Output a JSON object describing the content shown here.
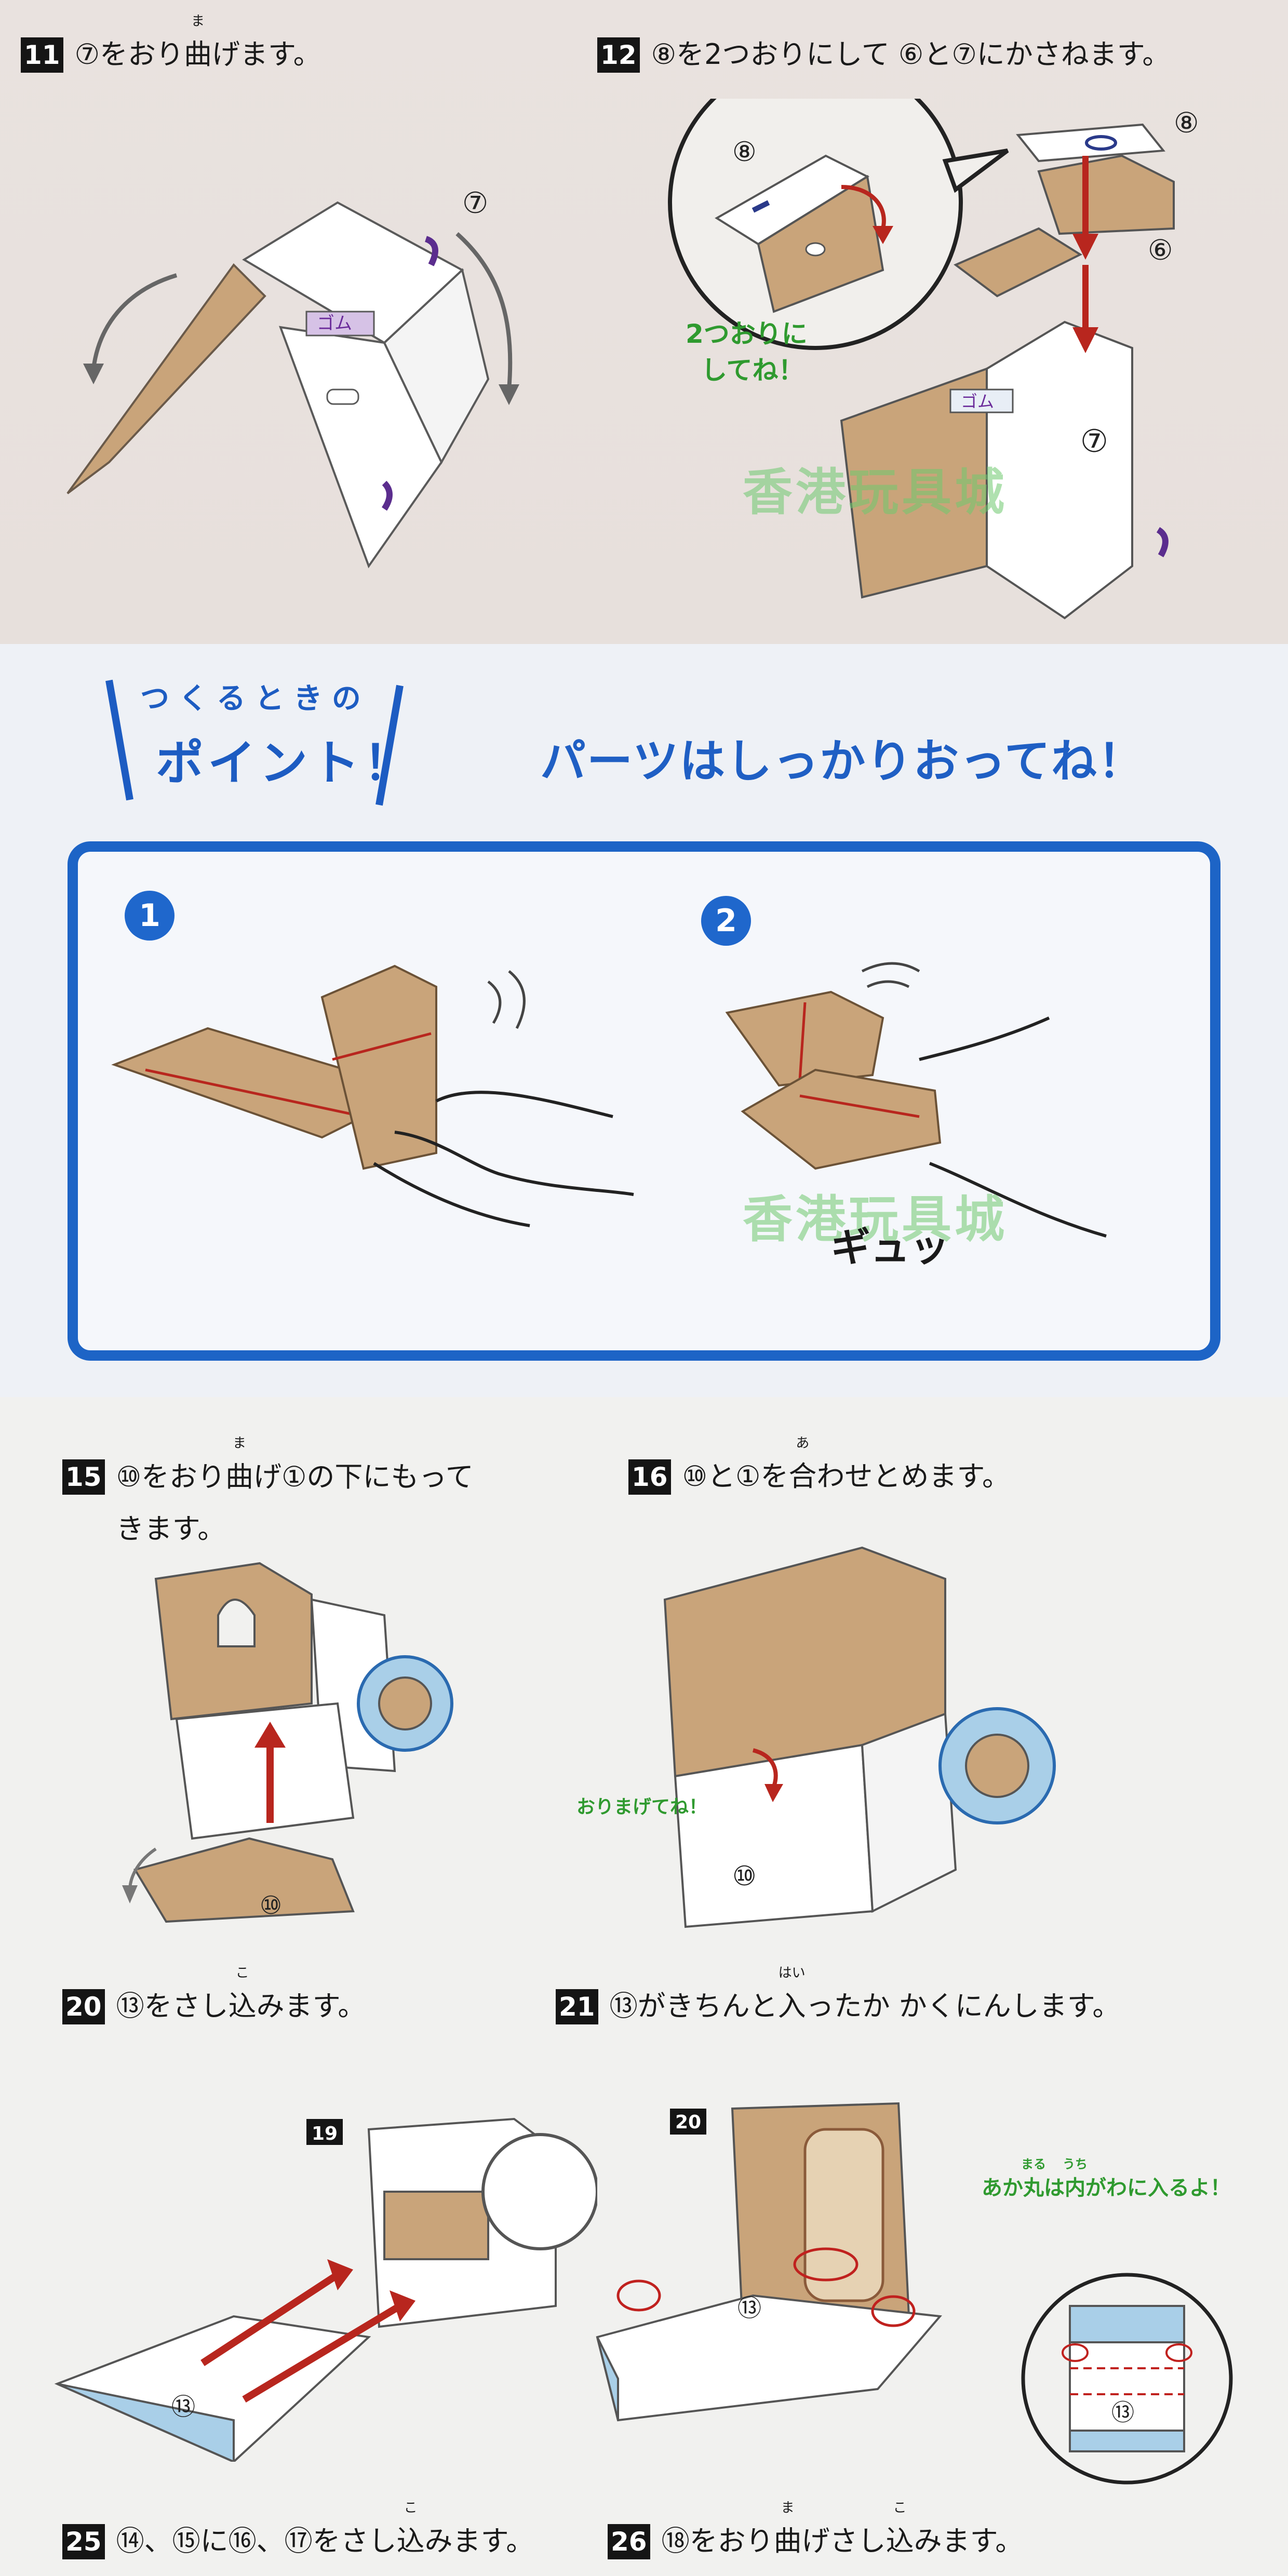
{
  "top": {
    "step11": {
      "number": "11",
      "text_pre": "⑦をおり",
      "ruby_base": "曲",
      "ruby_reading": "ま",
      "text_post": "げます。",
      "label_part": "⑦",
      "label_rubber": "ゴム"
    },
    "step12": {
      "number": "12",
      "text": "⑧を2つおりにして ⑥と⑦にかさねます。",
      "bubble_label": "⑧",
      "bubble_note_1": "2つおりに",
      "bubble_note_2": "してね！",
      "label_8": "⑧",
      "label_6": "⑥",
      "label_7": "⑦",
      "label_rubber": "ゴム"
    }
  },
  "watermark": "香港玩具城",
  "tips": {
    "banner_line1": "つくるときの",
    "banner_line2": "ポイント",
    "banner_bang": "！",
    "headline": "パーツはしっかりおってね！",
    "item1_number": "1",
    "item2_number": "2",
    "sound_word": "ギュッ"
  },
  "bottom": {
    "step15": {
      "number": "15",
      "text_pre": "⑩をおり",
      "ruby_base": "曲",
      "ruby_reading": "ま",
      "text_post": "げ①の下にもってきます。",
      "label": "⑩"
    },
    "step16": {
      "number": "16",
      "text_pre": "⑩と①を",
      "ruby_base": "合",
      "ruby_reading": "あ",
      "text_post": "わせとめます。",
      "label": "⑩",
      "note": "おりまげてね！"
    },
    "step20": {
      "number": "20",
      "text_pre": "⑬をさし",
      "ruby_base": "込",
      "ruby_reading": "こ",
      "text_post": "みます。",
      "tag": "19",
      "label": "⑬"
    },
    "step21": {
      "number": "21",
      "text_pre": "⑬がきちんと",
      "ruby_base": "入",
      "ruby_reading": "はい",
      "text_post": "ったか かくにんします。",
      "tag": "20",
      "label": "⑬",
      "zoom_label": "⑬",
      "note_pre": "あか",
      "note_ruby1_base": "丸",
      "note_ruby1_reading": "まる",
      "note_mid": "は",
      "note_ruby2_base": "内",
      "note_ruby2_reading": "うち",
      "note_post": "がわに入るよ！"
    },
    "step25": {
      "number": "25",
      "text_pre": "⑭、⑮に⑯、⑰をさし",
      "ruby_base": "込",
      "ruby_reading": "こ",
      "text_post": "みます。"
    },
    "step26": {
      "number": "26",
      "text_pre": "⑱をおり",
      "ruby_base": "曲",
      "ruby_reading": "ま",
      "text_mid": "げさし",
      "ruby2_base": "込",
      "ruby2_reading": "こ",
      "text_post": "みます。"
    }
  },
  "colors": {
    "cardboard": "#c9a47a",
    "cardboard_dark": "#a8835a",
    "blue": "#1d64c6",
    "arrow_red": "#b8261e",
    "light_blue": "#a9cfe8",
    "green": "#2f9a2f"
  }
}
